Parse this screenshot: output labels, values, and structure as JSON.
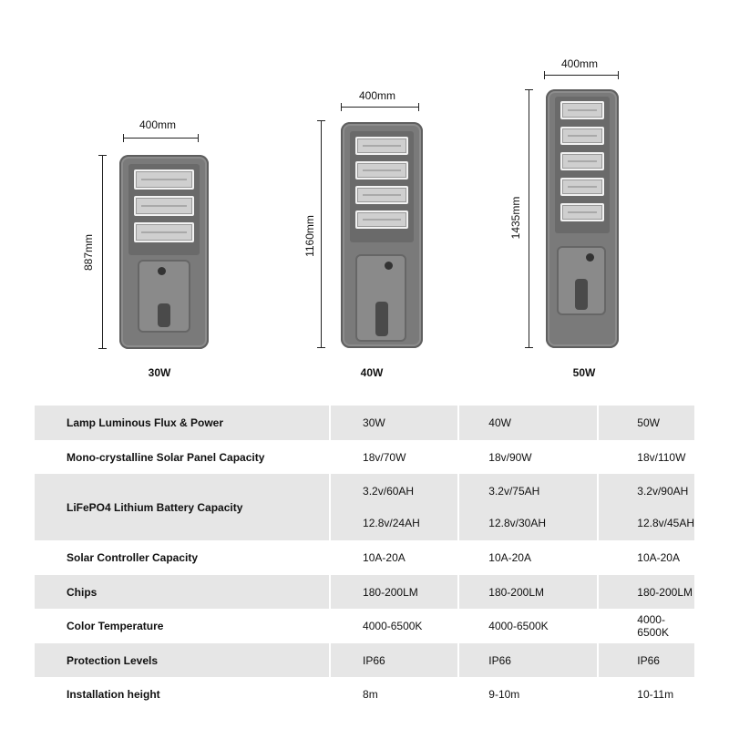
{
  "lamps": [
    {
      "power_label": "30W",
      "width_label": "400mm",
      "height_label": "887mm",
      "led_rows": 3
    },
    {
      "power_label": "40W",
      "width_label": "400mm",
      "height_label": "1160mm",
      "led_rows": 4
    },
    {
      "power_label": "50W",
      "width_label": "400mm",
      "height_label": "1435mm",
      "led_rows": 5
    }
  ],
  "spec_table": {
    "rows": [
      {
        "name": "Lamp Luminous Flux & Power",
        "values": [
          "30W",
          "40W",
          "50W"
        ]
      },
      {
        "name": "Mono-crystalline Solar Panel Capacity",
        "values": [
          "18v/70W",
          "18v/90W",
          "18v/110W"
        ]
      },
      {
        "name": "LiFePO4 Lithium Battery Capacity",
        "values_top": [
          "3.2v/60AH",
          "3.2v/75AH",
          "3.2v/90AH"
        ],
        "values_bottom": [
          "12.8v/24AH",
          "12.8v/30AH",
          "12.8v/45AH"
        ]
      },
      {
        "name": "Solar Controller Capacity",
        "values": [
          "10A-20A",
          "10A-20A",
          "10A-20A"
        ]
      },
      {
        "name": "Chips",
        "values": [
          "180-200LM",
          "180-200LM",
          "180-200LM"
        ]
      },
      {
        "name": "Color Temperature",
        "values": [
          "4000-6500K",
          "4000-6500K",
          "4000-6500K"
        ]
      },
      {
        "name": "Protection Levels",
        "values": [
          "IP66",
          "IP66",
          "IP66"
        ]
      },
      {
        "name": "Installation height",
        "values": [
          "8m",
          "9-10m",
          "10-11m"
        ]
      }
    ]
  }
}
